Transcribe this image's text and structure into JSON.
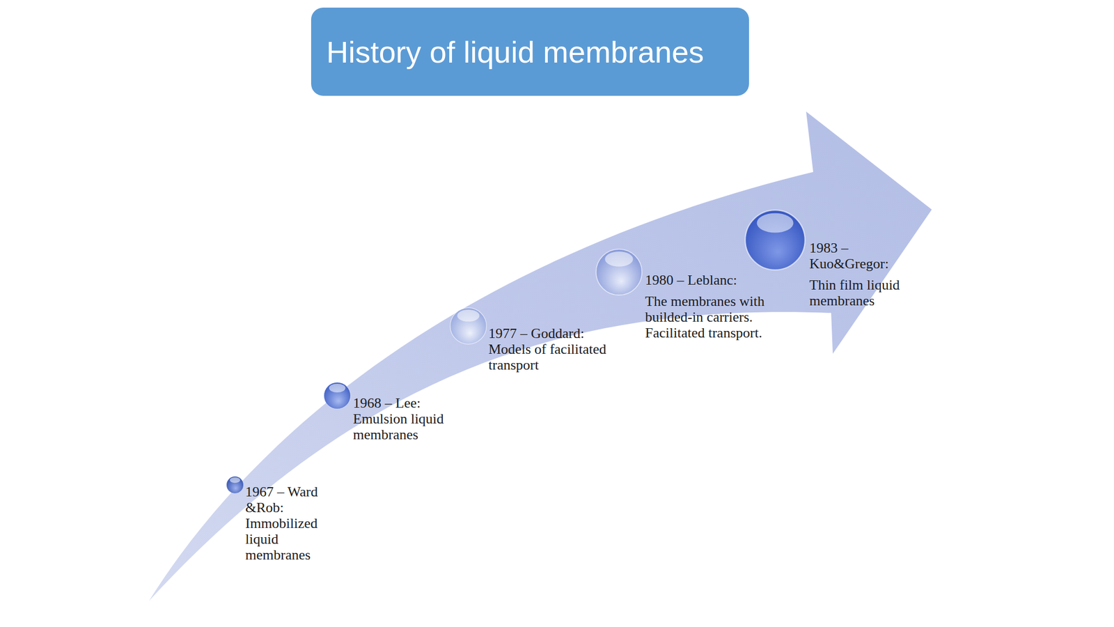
{
  "diagram": {
    "title": "History of liquid membranes",
    "nodes": [
      {
        "text": [
          "1967 – Ward &Rob: Immobilized liquid membranes"
        ]
      },
      {
        "text": [
          "1968 – Lee: Emulsion liquid membranes"
        ]
      },
      {
        "text": [
          "1977 – Goddard: Models of facilitated transport"
        ]
      },
      {
        "text": [
          "1980 – Leblanc:",
          "The membranes with builded-in carriers. Facilitated transport."
        ]
      },
      {
        "text": [
          "1983 – Kuo&Gregor:",
          "Thin film liquid membranes"
        ]
      }
    ]
  }
}
